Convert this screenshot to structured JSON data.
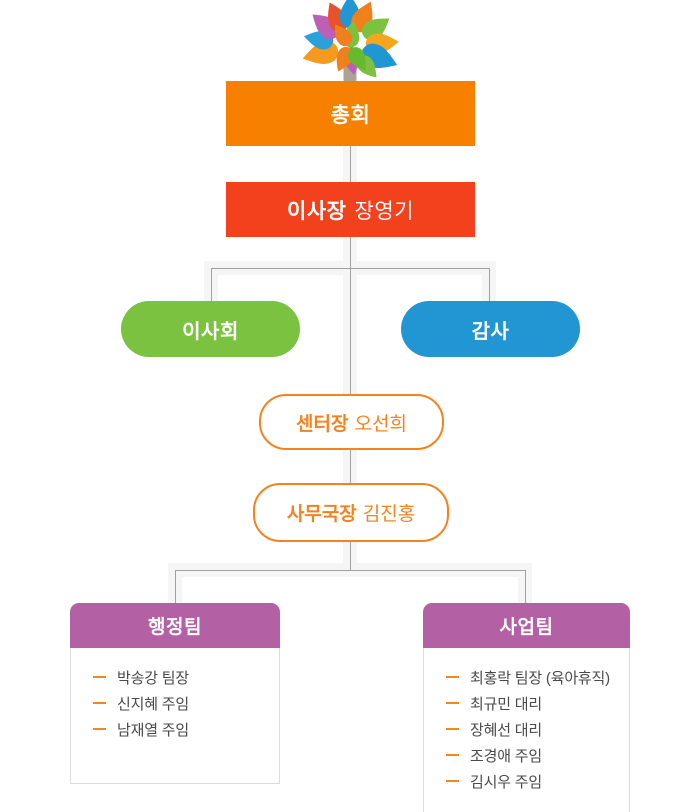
{
  "org_chart": {
    "assembly": {
      "label": "총회"
    },
    "chairman": {
      "title": "이사장",
      "name": "장영기"
    },
    "board": {
      "label": "이사회"
    },
    "auditor": {
      "label": "감사"
    },
    "center_director": {
      "title": "센터장",
      "name": "오선희"
    },
    "secretary_general": {
      "title": "사무국장",
      "name": "김진홍"
    },
    "teams": [
      {
        "label": "행정팀",
        "members": [
          "박송강 팀장",
          "신지혜 주임",
          "남재열 주임"
        ]
      },
      {
        "label": "사업팀",
        "members": [
          "최홍락 팀장 (육아휴직)",
          "최규민 대리",
          "장혜선 대리",
          "조경애 주임",
          "김시우 주임"
        ]
      }
    ]
  },
  "icons": {
    "logo": "tree-logo",
    "member_bullet": "dash-icon"
  },
  "colors": {
    "assembly_bg": "#f88000",
    "chairman_bg": "#f2411c",
    "board_bg": "#7cc241",
    "auditor_bg": "#2196d3",
    "outline_accent": "#f5821f",
    "team_header_bg": "#b460a5",
    "member_dash": "#f5861d",
    "member_text": "#4a4a4a",
    "connector_line": "#a0a0a0",
    "connector_band": "#f5f5f5",
    "trunk": "#ada395"
  }
}
